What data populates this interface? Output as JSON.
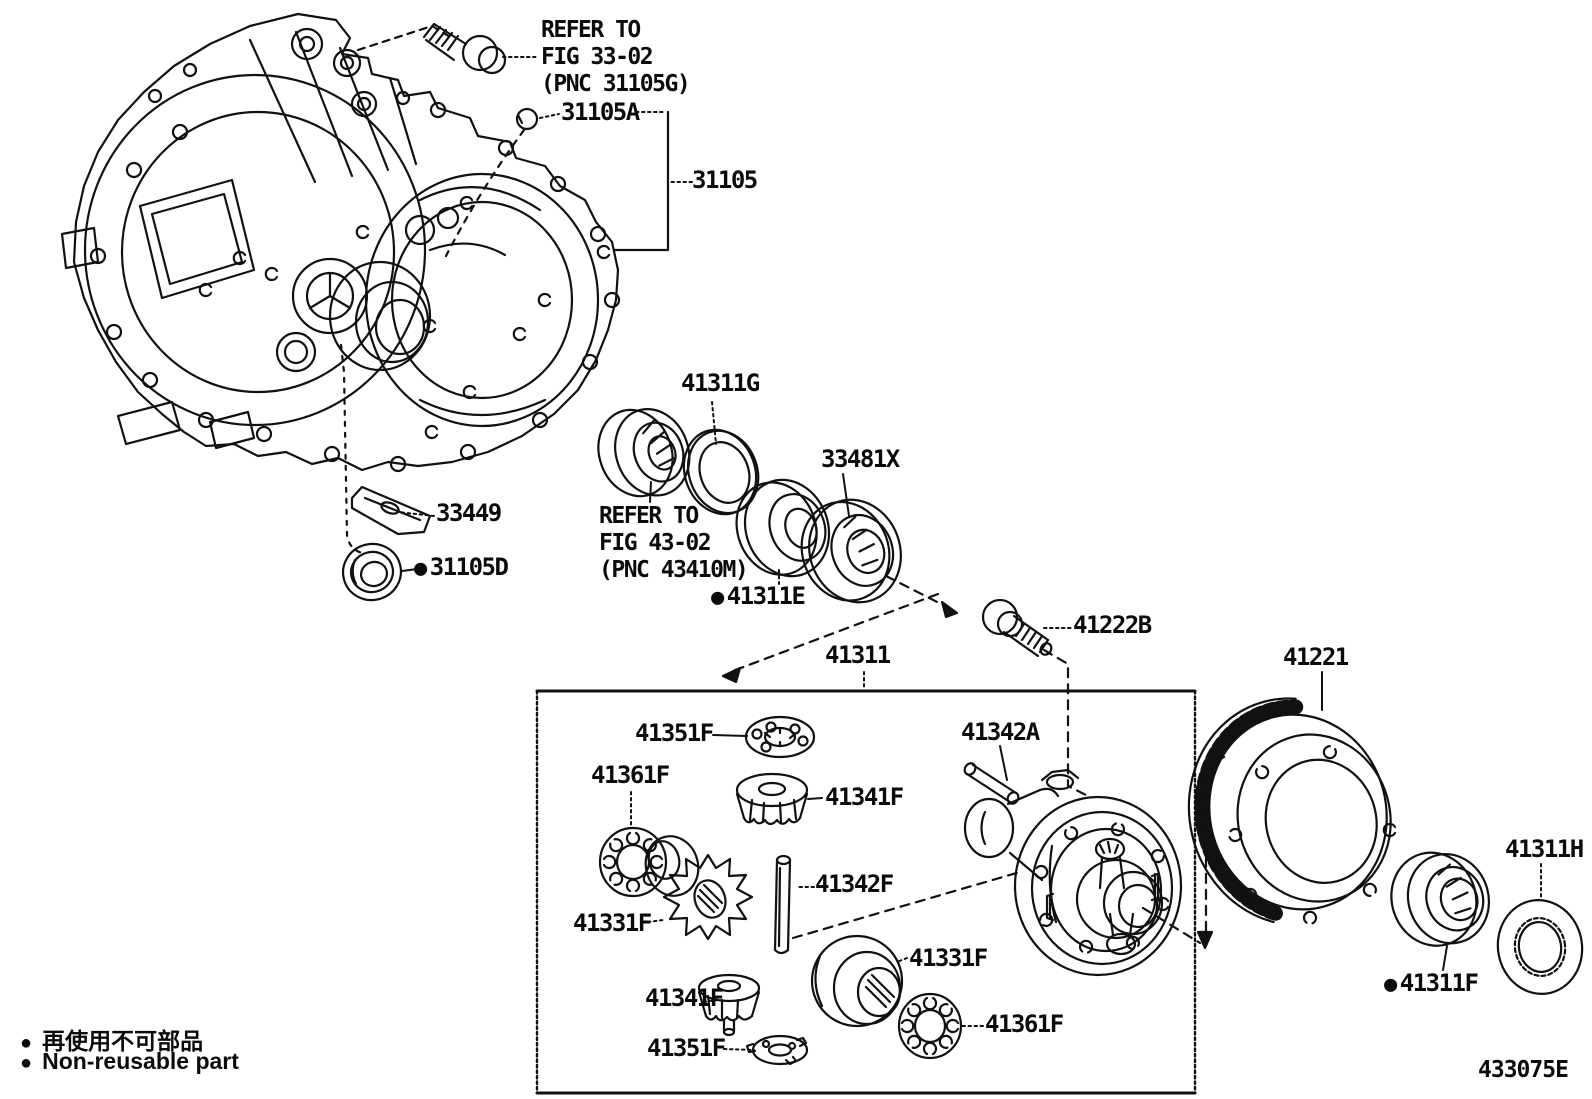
{
  "diagram": {
    "figure_code": "433075E",
    "notes": {
      "refer_fig_33": [
        "REFER TO",
        "FIG 33-02",
        "(PNC 31105G)"
      ],
      "refer_fig_43": [
        "REFER TO",
        "FIG 43-02",
        "(PNC 43410M)"
      ]
    },
    "legend": {
      "bullet": "●",
      "jp": "再使用不可部品",
      "en": "Non-reusable part"
    },
    "parts": {
      "p31105": "31105",
      "p31105A": "31105A",
      "p31105D": "31105D",
      "p33449": "33449",
      "p33481X": "33481X",
      "p41311": "41311",
      "p41311E": "41311E",
      "p41311F": "41311F",
      "p41311G": "41311G",
      "p41311H": "41311H",
      "p41221": "41221",
      "p41222B": "41222B",
      "p41331F": "41331F",
      "p41341F": "41341F",
      "p41342A": "41342A",
      "p41342F": "41342F",
      "p41351F": "41351F",
      "p41361F": "41361F"
    }
  }
}
